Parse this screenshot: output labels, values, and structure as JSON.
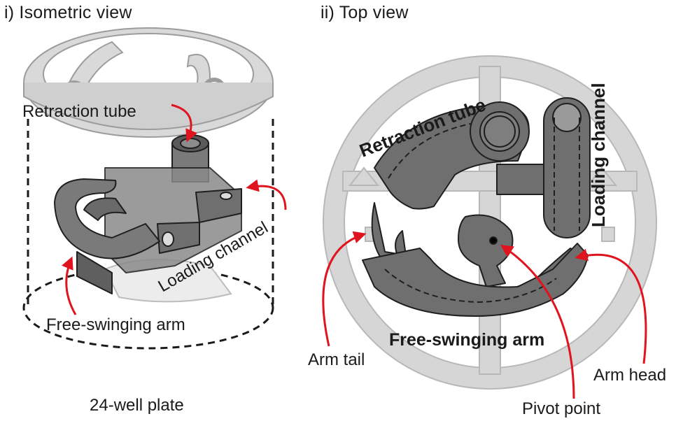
{
  "panels": [
    {
      "heading": "i) Isometric view",
      "labels": {
        "retraction_tube": "Retraction tube",
        "loading_channel": "Loading channel",
        "free_swinging_arm": "Free-swinging arm",
        "well_plate": "24-well plate"
      }
    },
    {
      "heading": "ii) Top view",
      "labels": {
        "retraction_tube": "Retraction tube",
        "loading_channel": "Loading channel",
        "free_swinging_arm": "Free-swinging arm",
        "arm_tail": "Arm tail",
        "arm_head": "Arm head",
        "pivot_point": "Pivot point"
      }
    }
  ],
  "colors": {
    "device_dark": "#6f6f6f",
    "device_outline": "#1f1f1f",
    "ring_light": "#d6d6d6",
    "arrow_red": "#e0141e"
  }
}
